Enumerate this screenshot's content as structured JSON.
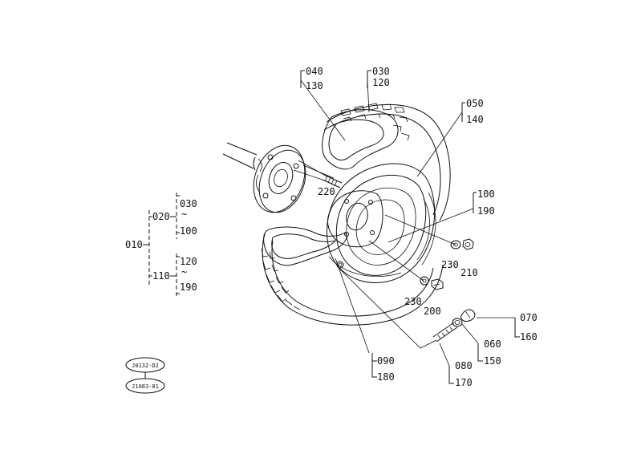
{
  "labels": {
    "p040": "040",
    "p130": "130",
    "p030": "030",
    "p120": "120",
    "p050": "050",
    "p140": "140",
    "p220": "220",
    "p100": "100",
    "p190": "190",
    "p230a": "230",
    "p210": "210",
    "p230b": "230",
    "p200": "200",
    "p070": "070",
    "p160": "160",
    "p060": "060",
    "p150": "150",
    "p090": "090",
    "p180": "180",
    "p080": "080",
    "p170": "170"
  },
  "tree": {
    "root": "010",
    "g1": "020",
    "g1a": "030",
    "g1b": "100",
    "g2": "110",
    "g2a": "120",
    "g2b": "190"
  },
  "stamps": {
    "top": "J0132-D2",
    "bottom": "J1083-01"
  }
}
